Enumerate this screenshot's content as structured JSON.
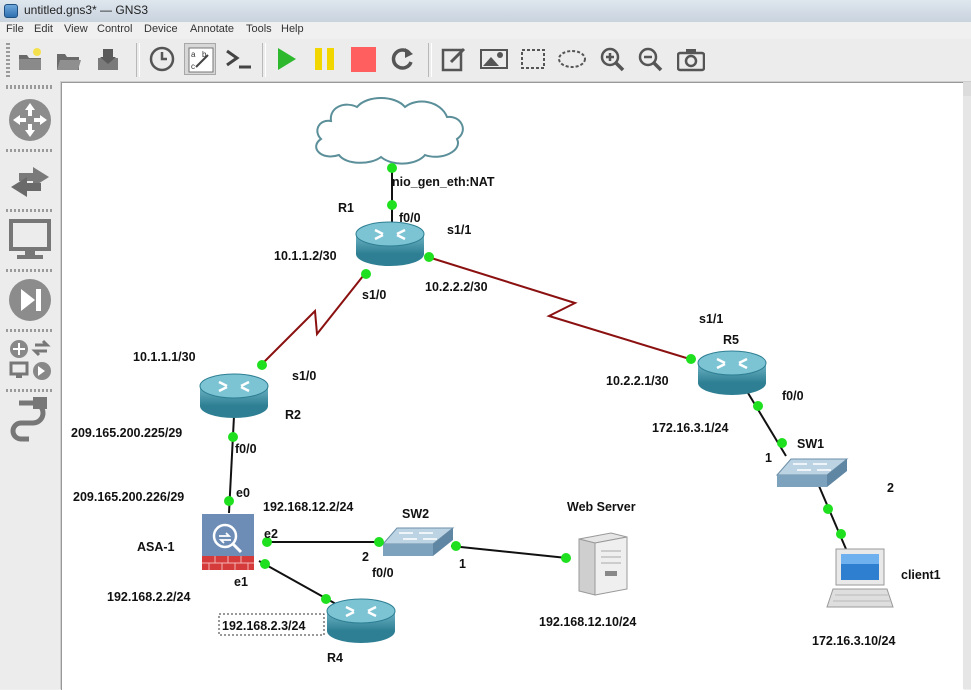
{
  "window": {
    "title": "untitled.gns3* — GNS3"
  },
  "menu": [
    "File",
    "Edit",
    "View",
    "Control",
    "Device",
    "Annotate",
    "Tools",
    "Help"
  ],
  "toolbar": {
    "buttons": [
      "new-project-icon",
      "open-project-icon",
      "save-project-icon",
      "snapshot-icon",
      "show-interface-labels-icon",
      "console-all-icon",
      "start-all-icon",
      "suspend-all-icon",
      "stop-all-icon",
      "reload-all-icon",
      "add-note-icon",
      "insert-image-icon",
      "draw-rectangle-icon",
      "draw-ellipse-icon",
      "zoom-in-icon",
      "zoom-out-icon",
      "screenshot-icon"
    ],
    "colors": {
      "start": "#2eb82e",
      "suspend": "#f2d600",
      "stop": "#ff5f5f"
    }
  },
  "sidebar": [
    "browse-routers-icon",
    "browse-switches-icon",
    "browse-end-devices-icon",
    "browse-security-devices-icon",
    "browse-all-devices-icon",
    "add-link-icon"
  ],
  "topology": {
    "link_colors": {
      "ethernet": "#111111",
      "serial": "#8b1111"
    },
    "nodes": {
      "nat": {
        "name": ""
      },
      "r1": {
        "name": "R1"
      },
      "r2": {
        "name": "R2"
      },
      "r4": {
        "name": "R4"
      },
      "r5": {
        "name": "R5"
      },
      "asa": {
        "name": "ASA-1"
      },
      "sw1": {
        "name": "SW1"
      },
      "sw2": {
        "name": "SW2"
      },
      "webserver": {
        "name": "Web Server"
      },
      "client1": {
        "name": "client1"
      }
    },
    "labels": {
      "nio": "nio_gen_eth:NAT",
      "r1_f00": "f0/0",
      "r1_s11": "s1/1",
      "r1_s10": "s1/0",
      "r1_ip1": "10.1.1.2/30",
      "r1_ip2": "10.2.2.2/30",
      "r5_s11": "s1/1",
      "r5_ip": "10.2.2.1/30",
      "r5_f00": "f0/0",
      "r5_ip2": "172.16.3.1/24",
      "sw1_p1": "1",
      "sw1_p2": "2",
      "client_ip": "172.16.3.10/24",
      "r2_ip": "10.1.1.1/30",
      "r2_s10": "s1/0",
      "r2_ip2": "209.165.200.225/29",
      "r2_f00": "f0/0",
      "asa_e0": "e0",
      "asa_ip0": "209.165.200.226/29",
      "asa_ip2": "192.168.12.2/24",
      "asa_e2": "e2",
      "sw2_p2": "2",
      "sw2_f00": "f0/0",
      "sw2_p1": "1",
      "asa_e1": "e1",
      "asa_ip1": "192.168.2.2/24",
      "r4_ip": "192.168.2.3/24",
      "web_ip": "192.168.12.10/24"
    }
  }
}
